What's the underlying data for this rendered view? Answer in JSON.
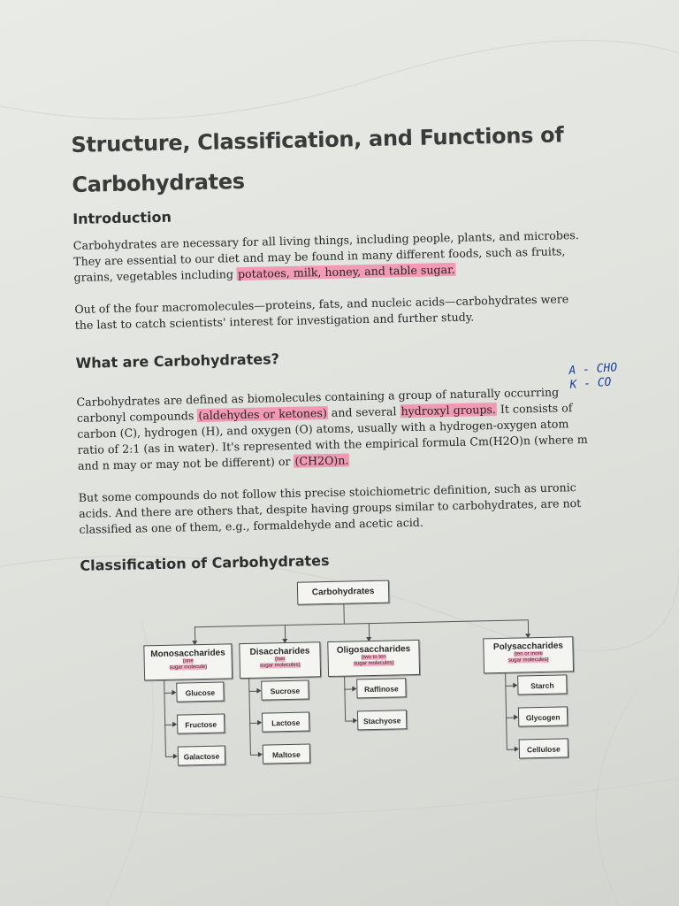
{
  "document": {
    "title": "Structure, Classification, and Functions of Carbohydrates",
    "sections": [
      {
        "heading": "Introduction",
        "paragraphs": [
          {
            "parts": [
              {
                "text": "Carbohydrates are necessary for all living things, including people, plants, and microbes. They are essential to our diet and may be found in many different foods, such as fruits, grains, vegetables including ",
                "highlight": false
              },
              {
                "text": "potatoes, milk, honey, and table sugar.",
                "highlight": true
              }
            ]
          },
          {
            "parts": [
              {
                "text": "Out of the four macromolecules—proteins, fats, and nucleic acids—carbohydrates were the last to catch scientists' interest for investigation and further study.",
                "highlight": false
              }
            ]
          }
        ]
      },
      {
        "heading": "What are Carbohydrates?",
        "paragraphs": [
          {
            "parts": [
              {
                "text": "Carbohydrates are defined as biomolecules containing a group of naturally occurring carbonyl compounds ",
                "highlight": false
              },
              {
                "text": "(aldehydes or ketones)",
                "highlight": true
              },
              {
                "text": " and several ",
                "highlight": false
              },
              {
                "text": "hydroxyl groups.",
                "highlight": true
              },
              {
                "text": " It consists of carbon (C), hydrogen (H), and oxygen (O) atoms, usually with a hydrogen-oxygen atom ratio of 2:1 (as in water). It's represented with the empirical formula Cm(H2O)n (where m and n may or may not be different) or ",
                "highlight": false
              },
              {
                "text": "(CH2O)n.",
                "highlight": true
              }
            ]
          },
          {
            "parts": [
              {
                "text": "But some compounds do not follow this precise stoichiometric definition, such as uronic acids. And there are others that, despite having groups similar to carbohydrates, are not classified as one of them, e.g., formaldehyde and acetic acid.",
                "highlight": false
              }
            ]
          }
        ]
      }
    ],
    "classification_heading": "Classification of Carbohydrates"
  },
  "diagram": {
    "root": "Carbohydrates",
    "categories": [
      {
        "label": "Monosaccharides",
        "sub": [
          "(one",
          "sugar molecule)"
        ],
        "children": [
          "Glucose",
          "Fructose",
          "Galactose"
        ]
      },
      {
        "label": "Disaccharides",
        "sub": [
          "(two",
          "sugar molecules)"
        ],
        "children": [
          "Sucrose",
          "Lactose",
          "Maltose"
        ]
      },
      {
        "label": "Oligosaccharides",
        "sub": [
          "(two to ten",
          "sugar molecules)"
        ],
        "children": [
          "Raffinose",
          "Stachyose"
        ]
      },
      {
        "label": "Polysaccharides",
        "sub": [
          "(ten or more",
          "sugar molecules)"
        ],
        "children": [
          "Starch",
          "Glycogen",
          "Cellulose"
        ]
      }
    ]
  },
  "annotation": {
    "lines": [
      "A - CHO",
      "K - CO"
    ],
    "color": "#1b3f9e"
  },
  "colors": {
    "highlight": "#ff5c94",
    "paper": "#e4e6e1"
  }
}
